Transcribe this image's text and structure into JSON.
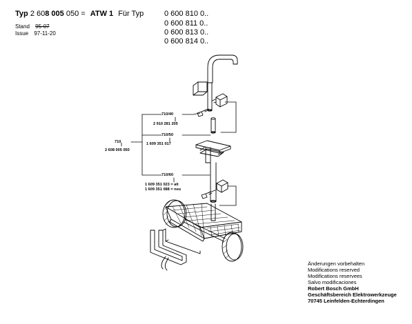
{
  "header": {
    "typ_label": "Typ",
    "part_number_prefix": "2 60",
    "part_number_bold": "8 005",
    "part_number_suffix": "050 =",
    "model": "ATW  1",
    "fuer_typ_label": "Für Typ",
    "types": [
      "0 600 810 0..",
      "0 600 811 0..",
      "0 600 813 0..",
      "0 600 814 0.."
    ]
  },
  "meta": {
    "stand_label": "Stand",
    "stand_value": "95-07",
    "issue_label": "Issue",
    "issue_value": "97-11-20"
  },
  "callouts": {
    "c710_40": {
      "pos": "710/40",
      "part": "2 910 281 205"
    },
    "c710_50": {
      "pos": "710/50",
      "part": "1 609 351 017"
    },
    "c710": {
      "pos": "710",
      "part": "2 608 005 050"
    },
    "c710_60": {
      "pos": "710/60",
      "part_alt": "1 609 351 023 = alt",
      "part_neu": "1 609 351 088 = neu"
    }
  },
  "footer": {
    "lines": [
      "Änderungen vorbehalten",
      "Modifications reserved",
      "Modifications reservees",
      "Salvo modificaciones"
    ],
    "company": "Robert Bosch GmbH",
    "division": "Geschäftsbereich Elektrowerkzeuge",
    "address": "70745 Leinfelden-Echterdingen"
  }
}
